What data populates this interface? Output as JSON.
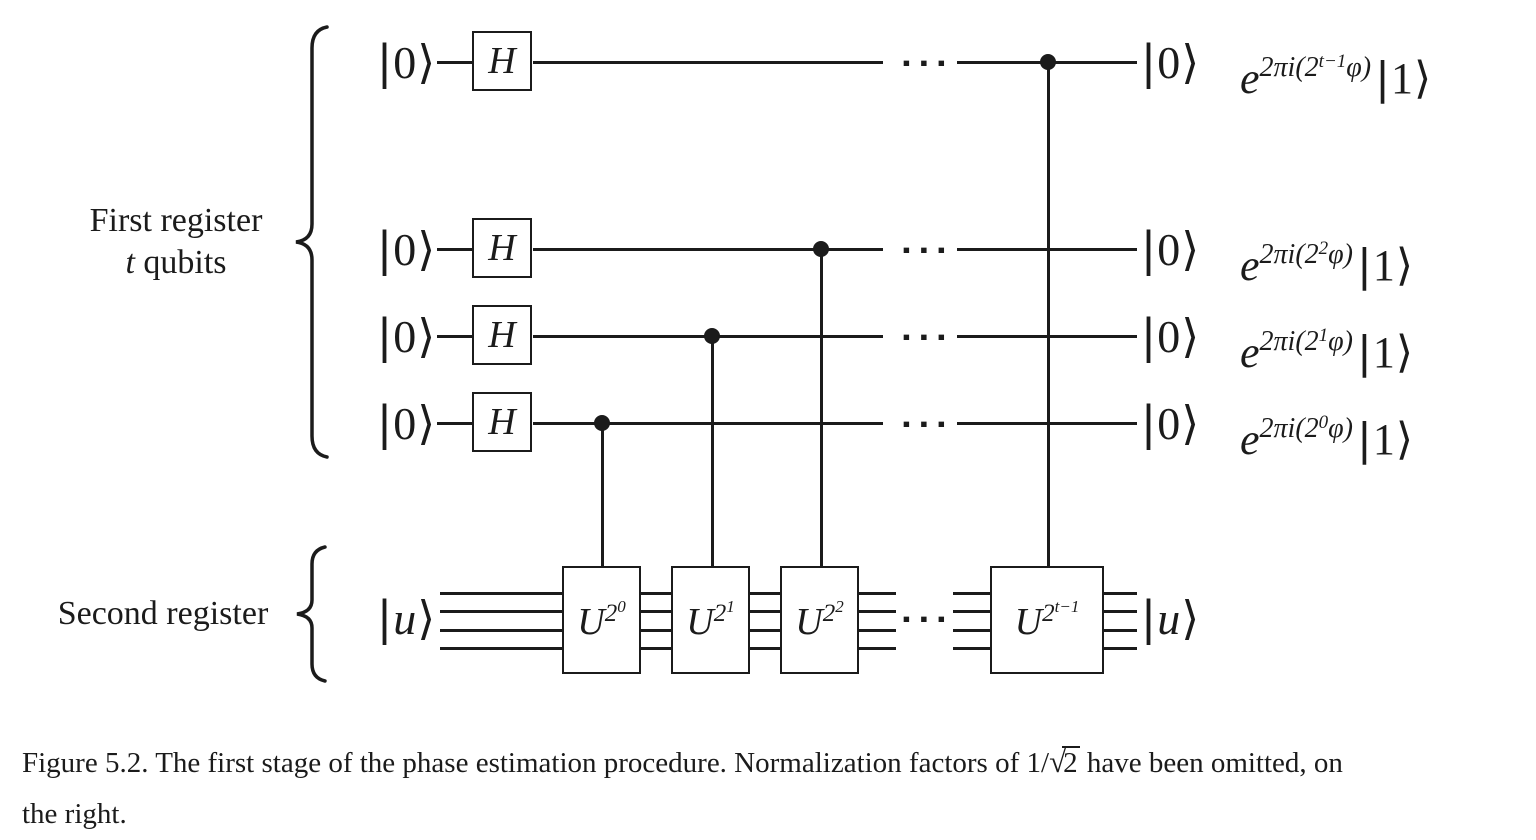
{
  "colors": {
    "ink": "#1b1b1b",
    "background": "#ffffff"
  },
  "labels": {
    "first_register_line1": "First register",
    "first_register_t": "t",
    "first_register_line2_rest": " qubits",
    "second_register": "Second register"
  },
  "symbols": {
    "ket_bar": "|",
    "ket_angle": "⟩",
    "zero": "0",
    "one": "1",
    "u": "u",
    "h_gate": "H",
    "ellipsis": "⋯"
  },
  "exp_base": "e",
  "outputs": [
    {
      "sup_pre": "2πi(2",
      "sup_sup": "t−1",
      "sup_post": "φ)"
    },
    {
      "sup_pre": "2πi(2",
      "sup_sup": "2",
      "sup_post": "φ)"
    },
    {
      "sup_pre": "2πi(2",
      "sup_sup": "1",
      "sup_post": "φ)"
    },
    {
      "sup_pre": "2πi(2",
      "sup_sup": "0",
      "sup_post": "φ)"
    }
  ],
  "u_gates": [
    {
      "base": "U",
      "sup_base": "2",
      "sup_exp": "0"
    },
    {
      "base": "U",
      "sup_base": "2",
      "sup_exp": "1"
    },
    {
      "base": "U",
      "sup_base": "2",
      "sup_exp": "2"
    },
    {
      "base": "U",
      "sup_base": "2",
      "sup_exp": "t−1"
    }
  ],
  "caption": {
    "line1_pre": "Figure 5.2. The first stage of the phase estimation procedure. Normalization factors of ",
    "frac": "1/",
    "radical": "√",
    "radicand": "2",
    "line1_post": " have been omitted, on",
    "line2": "the right."
  }
}
